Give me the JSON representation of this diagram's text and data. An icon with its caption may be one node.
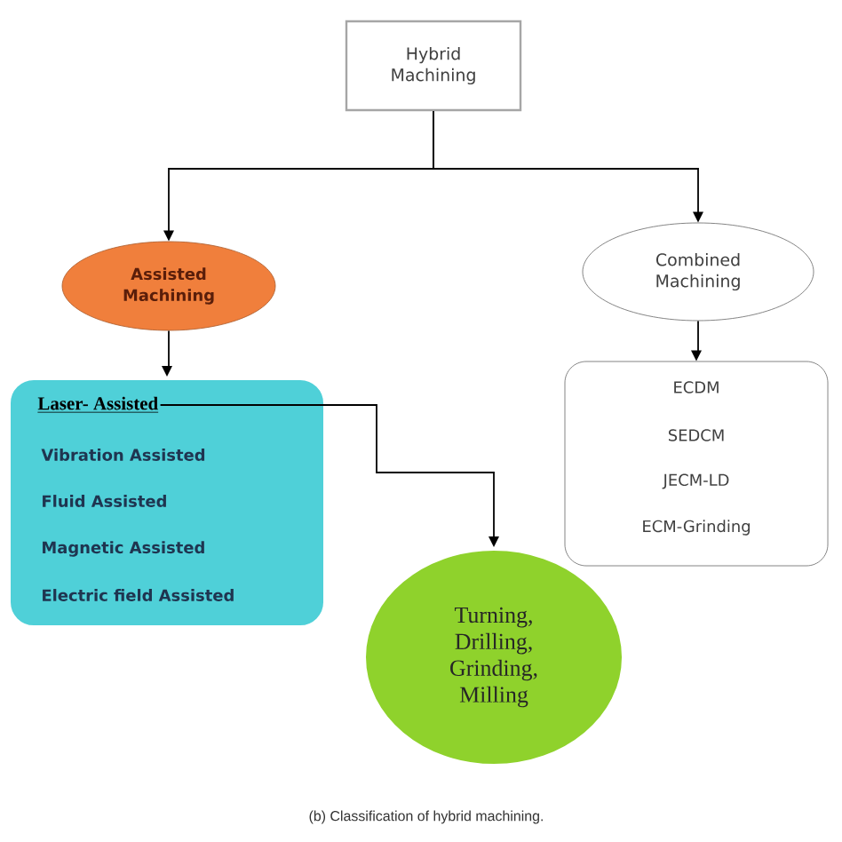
{
  "diagram": {
    "caption": "(b) Classification of hybrid machining.",
    "nodes": [
      {
        "text": [
          "Hybrid Machining"
        ]
      },
      {
        "text": [
          "Assisted Machining"
        ]
      },
      {
        "text": [
          "Combined Machining"
        ]
      },
      {
        "text": [
          "Vibration Assisted",
          "Fluid Assisted",
          "Magnetic Assisted",
          "Electric field Assisted"
        ]
      },
      {
        "text": [
          "Laser- Assisted"
        ],
        "in": 3
      },
      {
        "text": [
          "Turning, Drilling, Grinding, Milling"
        ]
      },
      {
        "text": [
          "ECDM",
          "SEDCM",
          "JECM-LD",
          "ECM-Grinding"
        ]
      }
    ],
    "edges": [
      {
        "from": 0,
        "to": 1,
        "arrow": "to"
      },
      {
        "from": 0,
        "to": 2,
        "arrow": "to"
      },
      {
        "from": 1,
        "to": 3,
        "arrow": "to"
      },
      {
        "from": 2,
        "to": 6,
        "arrow": "to"
      },
      {
        "from": 4,
        "to": 5,
        "arrow": "to"
      }
    ]
  }
}
